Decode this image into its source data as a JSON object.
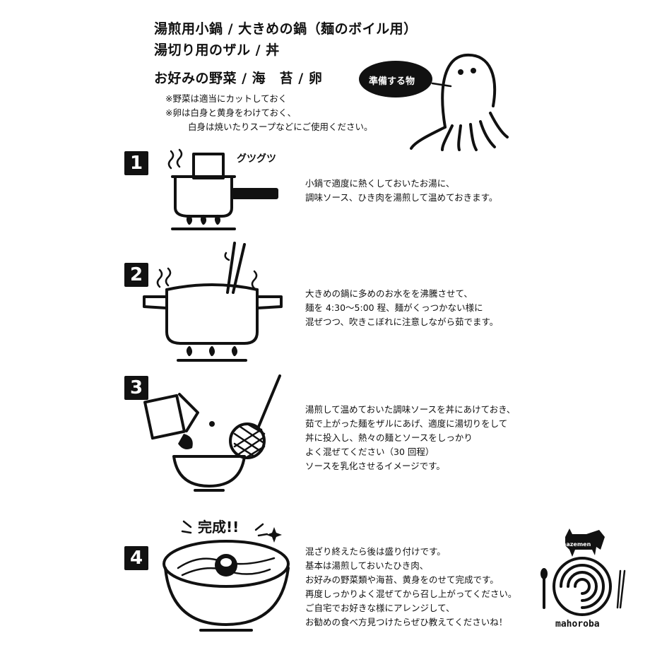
{
  "prep": {
    "line1": "湯煎用小鍋 / 大きめの鍋（麺のボイル用）",
    "line2": "湯切り用のザル / 丼",
    "line3": "お好みの野菜 / 海　苔 / 卵",
    "note1": "※野菜は適当にカットしておく",
    "note2a": "※卵は白身と黄身をわけておく、",
    "note2b": "白身は焼いたりスープなどにご使用ください。",
    "bubble": "準備する物"
  },
  "steps": [
    {
      "num": "1",
      "lines": [
        "小鍋で適度に熱くしておいたお湯に、",
        "調味ソース、ひき肉を湯煎して温めておきます。"
      ]
    },
    {
      "num": "2",
      "lines": [
        "大きめの鍋に多めのお水をを沸騰させて、",
        "麺を 4:30〜5:00 程、麺がくっつかない様に",
        "混ぜつつ、吹きこぼれに注意しながら茹でます。"
      ]
    },
    {
      "num": "3",
      "lines": [
        "湯煎して温めておいた調味ソースを丼にあけておき、",
        "茹で上がった麺をザルにあげ、適度に湯切りをして",
        "丼に投入し、熱々の麺とソースをしっかり",
        "よく混ぜてください（30 回程）",
        "ソースを乳化させるイメージです。"
      ]
    },
    {
      "num": "4",
      "lines": [
        "混ざり終えたら後は盛り付けです。",
        "基本は湯煎しておいたひき肉、",
        "お好みの野菜類や海苔、黄身をのせて完成です。",
        "再度しっかりよく混ぜてから召し上がってください。",
        "ご自宅でお好きな様にアレンジして、",
        "お勧めの食べ方見つけたらぜひ教えてくださいね！"
      ]
    }
  ],
  "sound1": "グツグツ",
  "complete": "完成!!",
  "brand": {
    "name": "mahoroba",
    "sub": "mazemen"
  }
}
